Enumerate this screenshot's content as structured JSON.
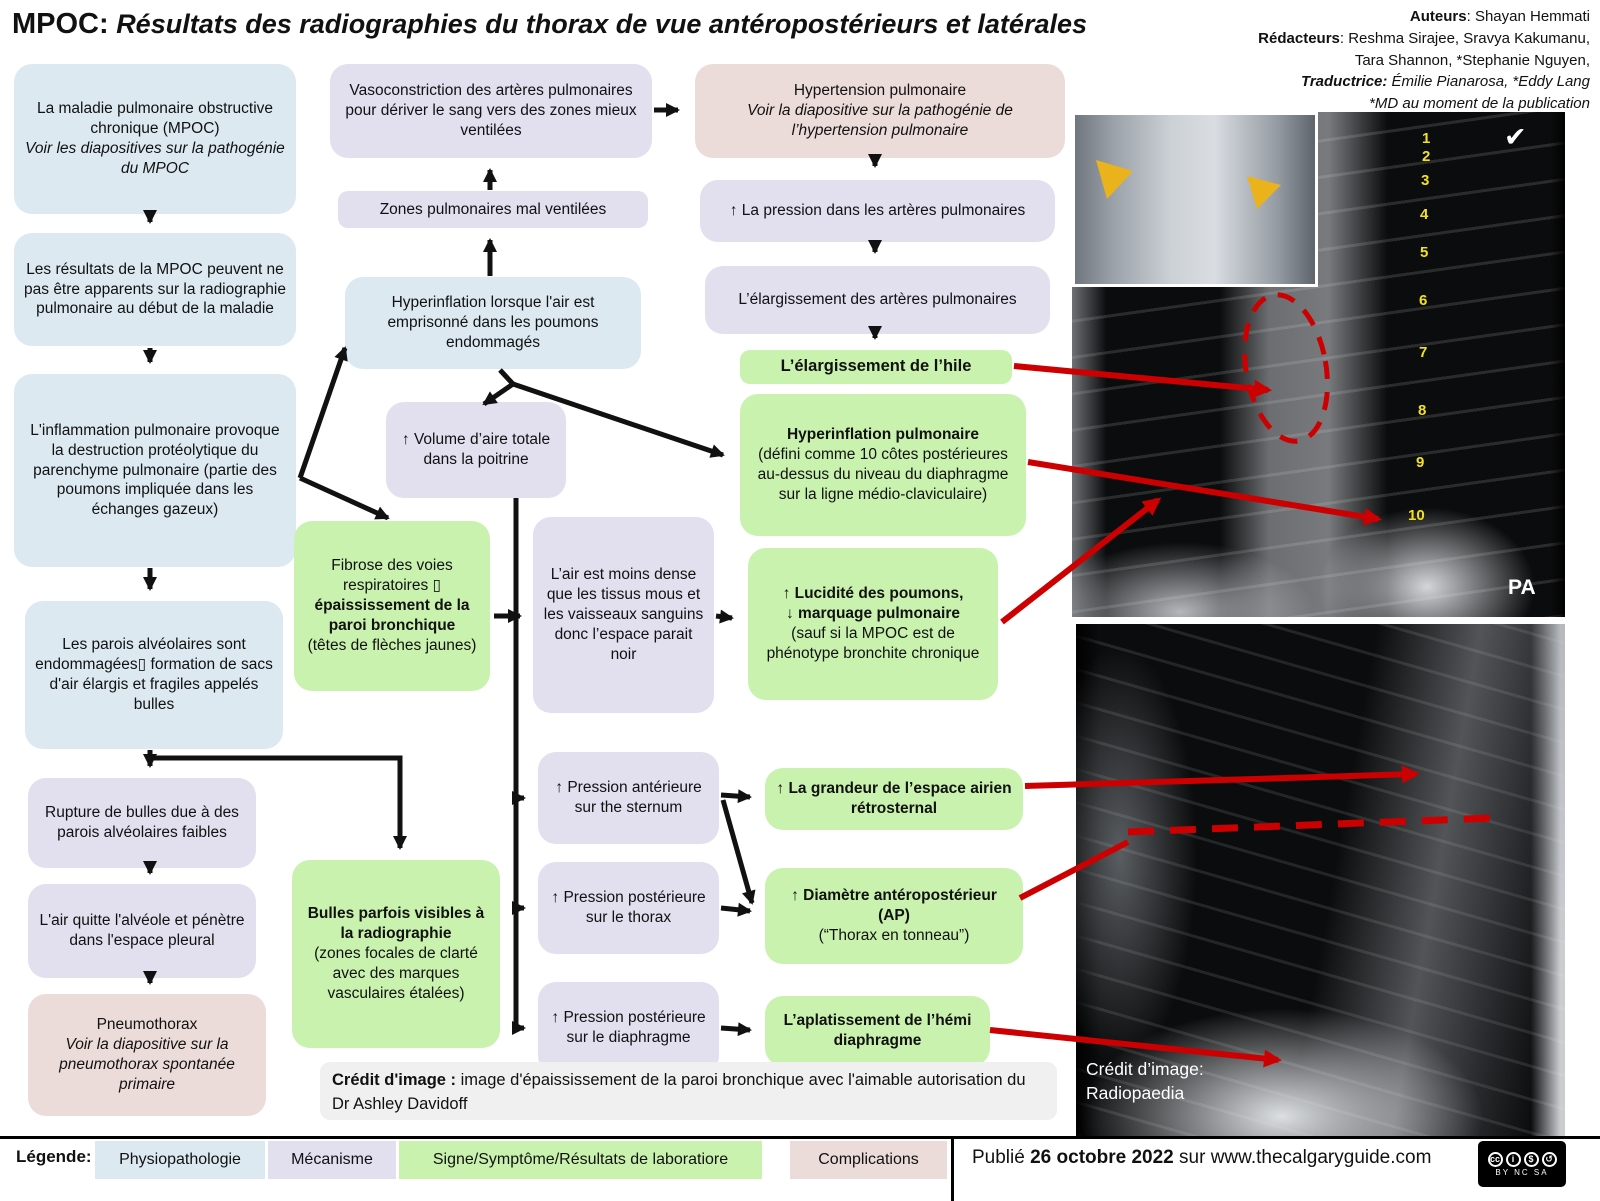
{
  "title": {
    "prefix": "MPOC:",
    "rest": "Résultats des radiographies du thorax de vue antéropostérieurs et latérales"
  },
  "authors": {
    "line1_label": "Auteurs",
    "line1_value": ":  Shayan Hemmati",
    "line2_label": "Rédacteurs",
    "line2_value": ": Reshma Sirajee, Sravya Kakumanu,",
    "line3": "Tara Shannon, *Stephanie Nguyen,",
    "line4_label": "Traductrice:",
    "line4_value": " Émilie Pianarosa, *Eddy Lang",
    "line5": "*MD au moment de la publication"
  },
  "boxes": {
    "copd_main": "La maladie pulmonaire obstructive chronique (MPOC)",
    "copd_note": "Voir les diapositives sur la pathogénie du MPOC",
    "resultats": "Les résultats de la MPOC peuvent ne pas être apparents sur la radiographie pulmonaire au début de la maladie",
    "inflammation": "L'inflammation pulmonaire provoque la destruction protéolytique du parenchyme pulmonaire (partie des poumons impliquée dans les échanges gazeux)",
    "parois": "Les parois alvéolaires sont endommagées▯ formation de sacs d'air élargis et fragiles appelés bulles",
    "rupture": "Rupture de bulles due à des parois alvéolaires faibles",
    "air_quitte": "L'air quitte l'alvéole et pénètre dans l'espace pleural",
    "pneumo_main": "Pneumothorax",
    "pneumo_note": "Voir la diapositive sur la pneumothorax spontanée primaire",
    "vasoconstriction": "Vasoconstriction des artères pulmonaires pour dériver le sang vers des zones mieux ventilées",
    "zones": "Zones pulmonaires mal ventilées",
    "hyperinflation_air": "Hyperinflation lorsque l'air est emprisonné dans les poumons endommagés",
    "volume": "↑ Volume d’aire totale dans la poitrine",
    "fibrose_pre": "Fibrose des voies respiratoires ▯",
    "fibrose_bold": "épaississement de la paroi bronchique",
    "fibrose_post": "(têtes de flèches jaunes)",
    "bulles_bold": "Bulles parfois visibles à la radiographie",
    "bulles_post": "(zones focales de clarté avec des marques vasculaires étalées)",
    "air_moins": "L’air est moins dense que les tissus mous et les vaisseaux sanguins donc l’espace parait noir",
    "p_sternum": "↑ Pression antérieure sur the sternum",
    "p_thorax": "↑ Pression postérieure sur le thorax",
    "p_diaphragme": "↑ Pression postérieure sur le diaphragme",
    "hypertension_main": "Hypertension pulmonaire",
    "hypertension_note": "Voir la diapositive sur la pathogénie de l’hypertension pulmonaire",
    "pression_arteres": "↑ La pression dans les artères pulmonaires",
    "elargissement_arteres": "L’élargissement des artères pulmonaires",
    "hile": "L’élargissement de l’hile",
    "hyperinf_pulm_bold": "Hyperinflation pulmonaire",
    "hyperinf_pulm_note": "(défini comme 10 côtes postérieures au-dessus du niveau du diaphragme sur la ligne médio-claviculaire)",
    "lucidite_bold1": "↑ Lucidité des poumons,",
    "lucidite_bold2": "↓ marquage pulmonaire",
    "lucidite_note": "(sauf si la MPOC est de phénotype bronchite chronique",
    "grandeur": "↑ La grandeur de l’espace airien rétrosternal",
    "diametre_bold": "↑ Diamètre antéropostérieur (AP)",
    "diametre_note": "(“Thorax en tonneau”)",
    "aplatissement": "L’aplatissement de l’hémi diaphragme"
  },
  "image_credit": {
    "label": "Crédit d'image :",
    "text": " image d'épaississement de la paroi bronchique avec l'aimable autorisation du Dr Ashley Davidoff"
  },
  "xray": {
    "rib_numbers": [
      "1",
      "2",
      "3",
      "4",
      "5",
      "6",
      "7",
      "8",
      "9",
      "10"
    ],
    "pa_label": "PA",
    "checkmark": "✔",
    "credit_line1": "Crédit d’image:",
    "credit_line2": "Radiopaedia",
    "annotation_colors": {
      "red": "#cc0000",
      "yellow_arrowhead": "#eab31c",
      "rib_number_yellow": "#f3e11f"
    }
  },
  "legend": {
    "label": "Légende:",
    "items": [
      {
        "label": "Physiopathologie",
        "color": "#dce9f1"
      },
      {
        "label": "Mécanisme",
        "color": "#e2dfee"
      },
      {
        "label": "Signe/Symptôme/Résultats de laboratiore",
        "color": "#c9f2ae"
      },
      {
        "label": "Complications",
        "color": "#ecdcd9"
      }
    ]
  },
  "footer": {
    "pre": "Publié ",
    "date": "26 octobre 2022",
    "post": " sur www.thecalgaryguide.com",
    "cc_small": "BY NC SA"
  }
}
